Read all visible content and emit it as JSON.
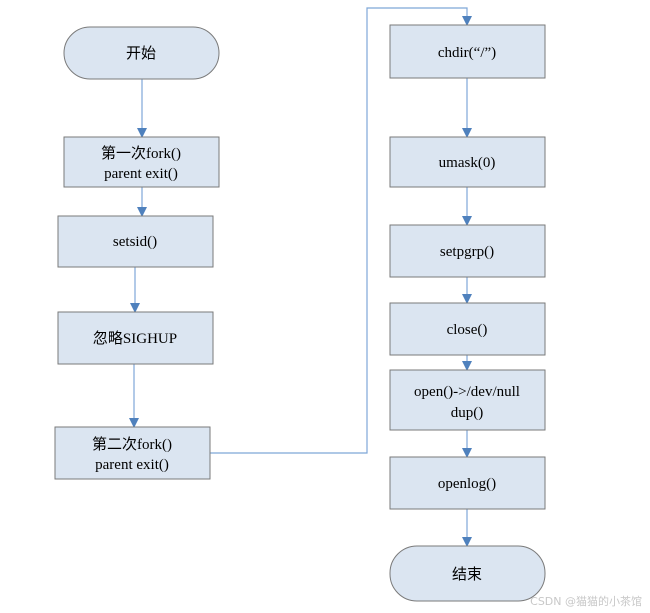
{
  "nodes": {
    "start": "开始",
    "fork1": [
      "第一次fork()",
      "parent exit()"
    ],
    "setsid": "setsid()",
    "sighup": "忽略SIGHUP",
    "fork2": [
      "第二次fork()",
      "parent exit()"
    ],
    "chdir": "chdir(“/”)",
    "umask": "umask(0)",
    "setpgrp": "setpgrp()",
    "close": "close()",
    "open_dup": [
      "open()->/dev/null",
      "dup()"
    ],
    "openlog": "openlog()",
    "end": "结束"
  },
  "watermark": "CSDN @猫猫的小茶馆",
  "colors": {
    "box_fill": "#dbe5f1",
    "box_stroke": "#7a7a7a",
    "connector": "#7ea6d8",
    "arrowhead": "#4f81bd"
  }
}
